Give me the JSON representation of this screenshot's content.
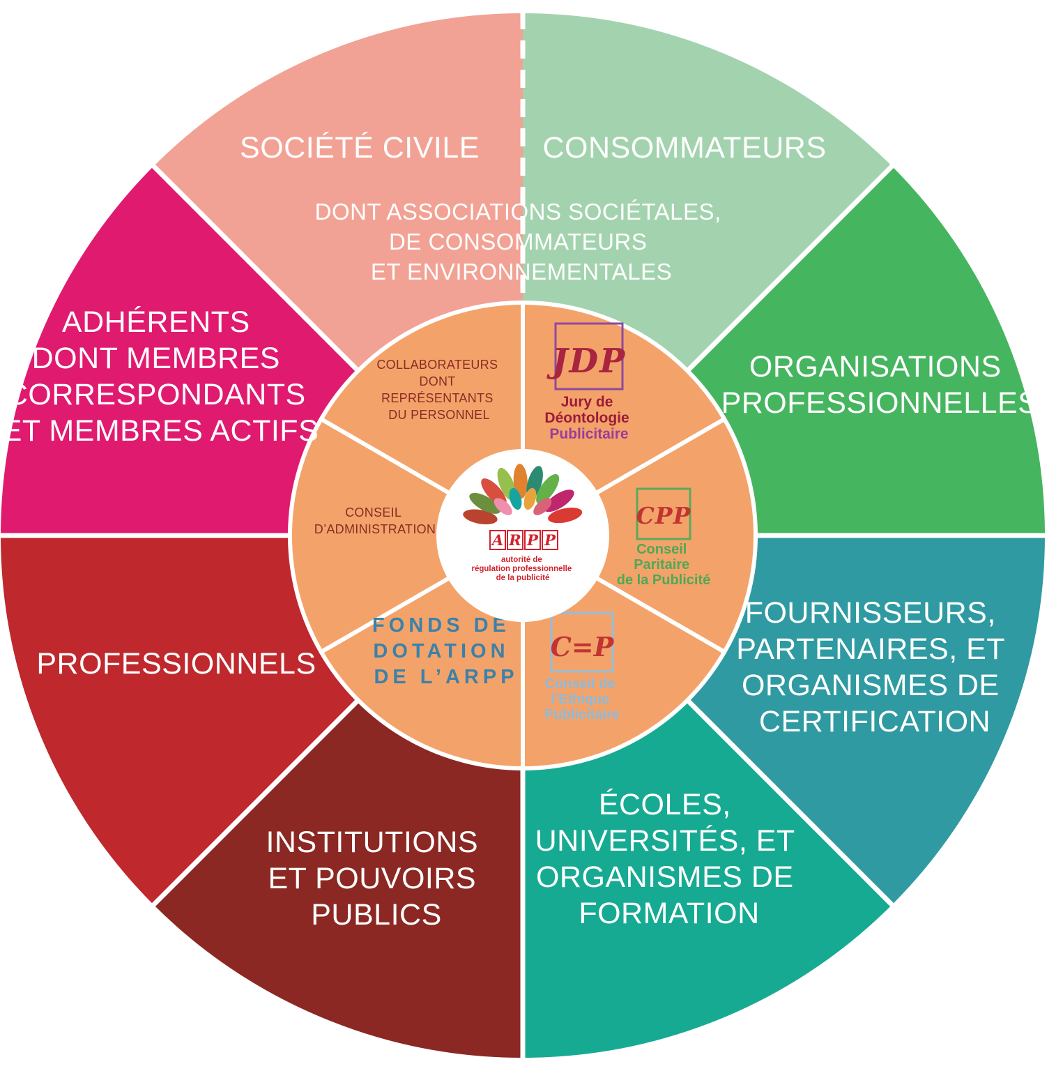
{
  "outer_ring": {
    "label_color": "#ffffff",
    "segments": [
      {
        "name": "consommateurs",
        "color": "#a3d3ae",
        "lines": [
          "CONSOMMATEURS"
        ]
      },
      {
        "name": "organisations-professionnelles",
        "color": "#46b55f",
        "lines": [
          "ORGANISATIONS",
          "PROFESSIONNELLES"
        ]
      },
      {
        "name": "fournisseurs-partenaires-certification",
        "color": "#2f9aa1",
        "lines": [
          "FOURNISSEURS,",
          "PARTENAIRES, ET",
          "ORGANISMES DE",
          "CERTIFICATION"
        ]
      },
      {
        "name": "ecoles-universites-formation",
        "color": "#17aa92",
        "lines": [
          "ÉCOLES,",
          "UNIVERSITÉS, ET",
          "ORGANISMES DE",
          "FORMATION"
        ]
      },
      {
        "name": "institutions-pouvoirs-publics",
        "color": "#8b2823",
        "lines": [
          "INSTITUTIONS",
          "ET POUVOIRS",
          "PUBLICS"
        ]
      },
      {
        "name": "professionnels",
        "color": "#bf282d",
        "lines": [
          "PROFESSIONNELS"
        ]
      },
      {
        "name": "adherents",
        "color": "#e01a6f",
        "lines": [
          "ADHÉRENTS",
          "DONT MEMBRES",
          "CORRESPONDANTS",
          "ET MEMBRES ACTIFS"
        ]
      },
      {
        "name": "societe-civile",
        "color": "#f2a295",
        "lines": [
          "SOCIÉTÉ CIVILE"
        ]
      }
    ],
    "shared_note_lines": [
      "DONT ASSOCIATIONS SOCIÉTALES,",
      "DE CONSOMMATEURS",
      "ET ENVIRONNEMENTALES"
    ]
  },
  "inner_ring": {
    "color": "#f3a36a",
    "text_color": "#8b2b24",
    "collaborateurs_lines": [
      "COLLABORATEURS",
      "DONT",
      "REPRÉSENTANTS",
      "DU PERSONNEL"
    ],
    "conseil_lines": [
      "CONSEIL",
      "D’ADMINISTRATION"
    ],
    "fonds": {
      "color": "#3b81a9",
      "lines": [
        "FONDS DE",
        "DOTATION",
        "DE L’ARPP"
      ]
    },
    "jdp": {
      "acronym": "JDP",
      "acronym_color": "#a92440",
      "border_color": "#8e4a9e",
      "lines": [
        "Jury de",
        "Déontologie",
        "Publicitaire"
      ],
      "line_colors": [
        "#9c1b39",
        "#9c1b39",
        "#9a3d97"
      ]
    },
    "cpp": {
      "acronym": "CPP",
      "acronym_color": "#c13431",
      "border_color": "#5ca85c",
      "text_color": "#4fa855",
      "lines": [
        "Conseil",
        "Paritaire",
        "de la Publicité"
      ]
    },
    "cep": {
      "acronym": "C=P",
      "acronym_color": "#c13431",
      "border_color": "#93bedd",
      "text_color": "#8cbadc",
      "lines": [
        "Conseil de",
        "l’Ethique",
        "Publicitaire"
      ]
    }
  },
  "center": {
    "brand_color": "#d0232e",
    "brand_letters": [
      "A",
      "R",
      "P",
      "P"
    ],
    "tagline_lines": [
      "autorité de",
      "régulation professionnelle",
      "de la publicité"
    ]
  }
}
